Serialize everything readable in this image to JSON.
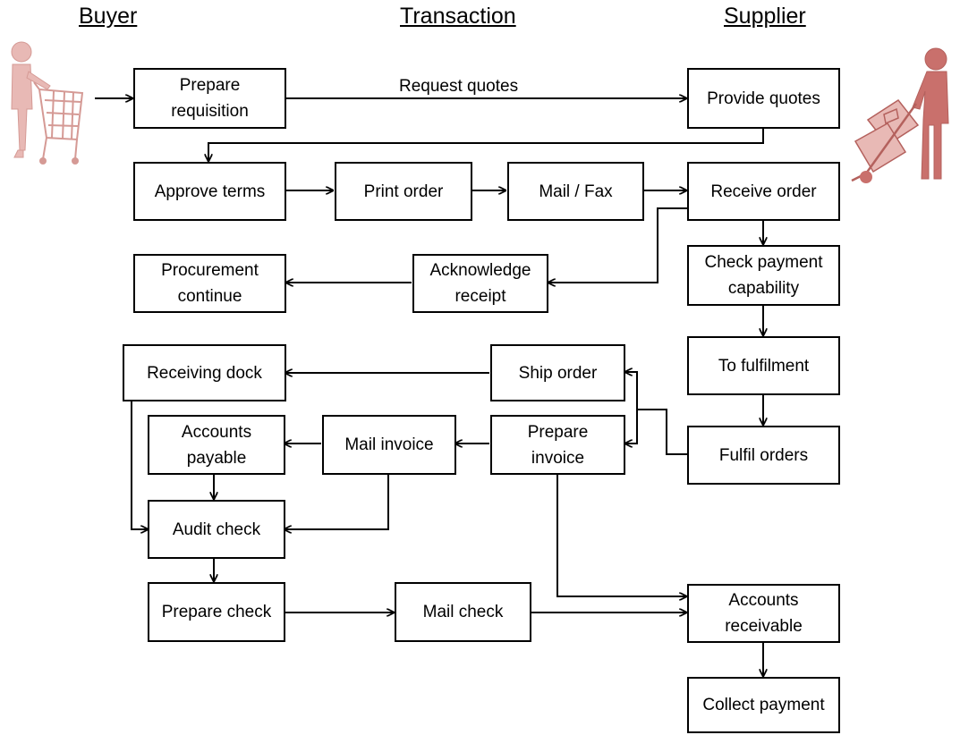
{
  "headers": {
    "buyer": "Buyer",
    "transaction": "Transaction",
    "supplier": "Supplier"
  },
  "edge_labels": {
    "request_quotes": "Request quotes"
  },
  "nodes": {
    "prepare_requisition": "Prepare\nrequisition",
    "provide_quotes": "Provide quotes",
    "approve_terms": "Approve terms",
    "print_order": "Print order",
    "mail_fax": "Mail / Fax",
    "receive_order": "Receive order",
    "procurement_continue": "Procurement\ncontinue",
    "acknowledge_receipt": "Acknowledge\nreceipt",
    "check_payment_capability": "Check payment\ncapability",
    "to_fulfilment": "To fulfilment",
    "receiving_dock": "Receiving dock",
    "ship_order": "Ship order",
    "accounts_payable": "Accounts\npayable",
    "mail_invoice": "Mail invoice",
    "prepare_invoice": "Prepare\ninvoice",
    "fulfil_orders": "Fulfil orders",
    "audit_check": "Audit check",
    "prepare_check": "Prepare check",
    "mail_check": "Mail check",
    "accounts_receivable": "Accounts\nreceivable",
    "collect_payment": "Collect payment"
  },
  "figures": {
    "buyer_icon": "shopper-with-cart-icon",
    "supplier_icon": "delivery-person-with-hand-truck-icon"
  },
  "colors": {
    "figure": "#c9706c",
    "figure_light": "#e8b9b5",
    "line": "#000000"
  }
}
